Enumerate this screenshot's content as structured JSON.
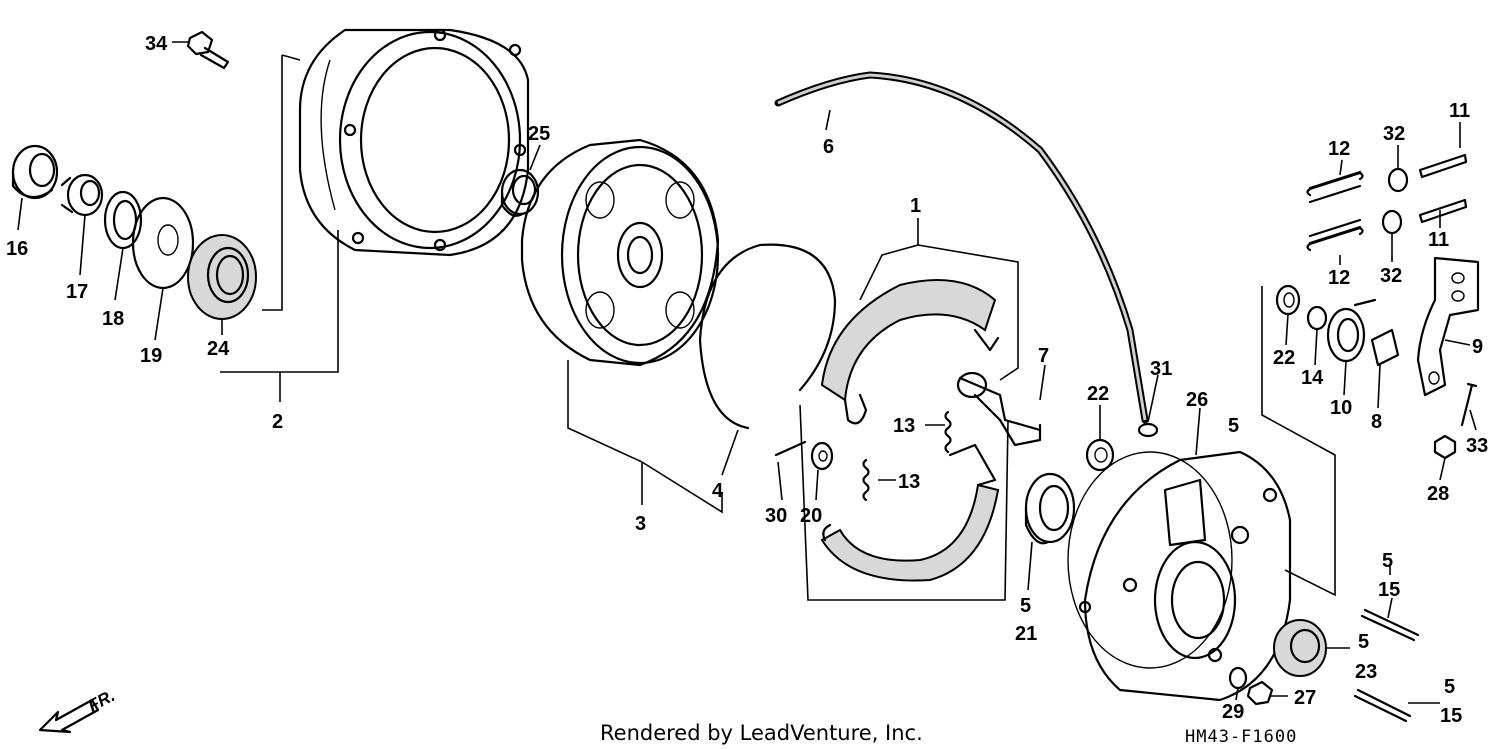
{
  "callouts": {
    "p1": "1",
    "p2": "2",
    "p3": "3",
    "p4": "4",
    "p5a": "5",
    "p5b": "5",
    "p5c": "5",
    "p5d": "5",
    "p5e": "5",
    "p6": "6",
    "p7": "7",
    "p8": "8",
    "p9": "9",
    "p10": "10",
    "p11a": "11",
    "p11b": "11",
    "p12a": "12",
    "p12b": "12",
    "p13a": "13",
    "p13b": "13",
    "p14": "14",
    "p15a": "15",
    "p15b": "15",
    "p16": "16",
    "p17": "17",
    "p18": "18",
    "p19": "19",
    "p20": "20",
    "p21": "21",
    "p22a": "22",
    "p22b": "22",
    "p23": "23",
    "p24": "24",
    "p25": "25",
    "p26": "26",
    "p27": "27",
    "p28": "28",
    "p29": "29",
    "p30": "30",
    "p31": "31",
    "p32a": "32",
    "p32b": "32",
    "p33": "33",
    "p34": "34"
  },
  "footer": {
    "credit": "Rendered by LeadVenture, Inc.",
    "diagram_code": "HM43-F1600",
    "direction_label": "FR."
  }
}
